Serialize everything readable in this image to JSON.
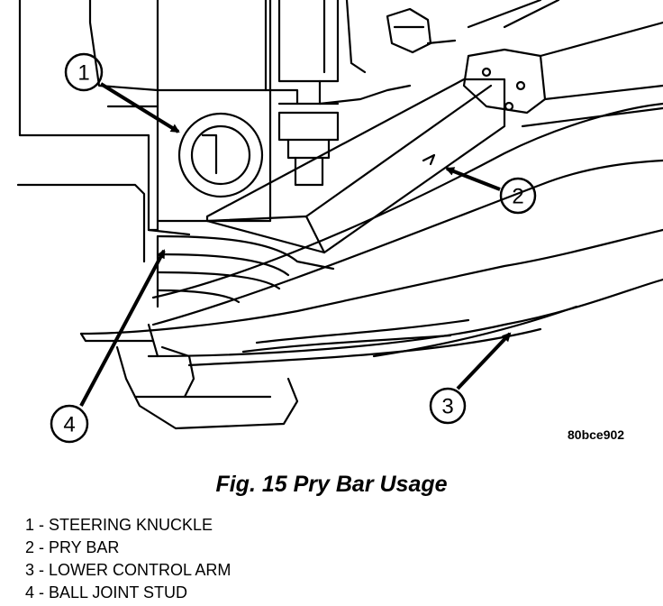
{
  "figure": {
    "code": "80bce902",
    "caption": "Fig. 15 Pry Bar Usage"
  },
  "callouts": [
    {
      "number": "1"
    },
    {
      "number": "2"
    },
    {
      "number": "3"
    },
    {
      "number": "4"
    }
  ],
  "legend": [
    {
      "text": "1 - STEERING KNUCKLE"
    },
    {
      "text": "2 - PRY BAR"
    },
    {
      "text": "3 - LOWER CONTROL ARM"
    },
    {
      "text": "4 - BALL JOINT STUD"
    }
  ]
}
